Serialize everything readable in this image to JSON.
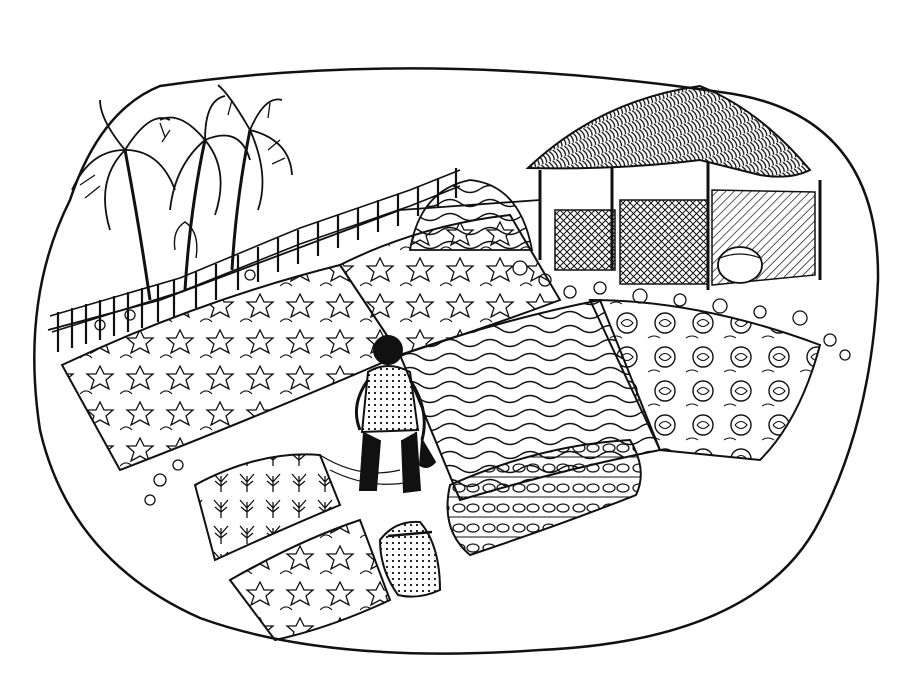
{
  "illustration": {
    "style": "black ink line drawing",
    "colors": {
      "ink": "#111111",
      "paper": "#ffffff"
    },
    "subjects": [
      "palm-trees",
      "thatched-hut",
      "fence",
      "garden-beds",
      "gardener",
      "stone-paths",
      "sack"
    ]
  }
}
